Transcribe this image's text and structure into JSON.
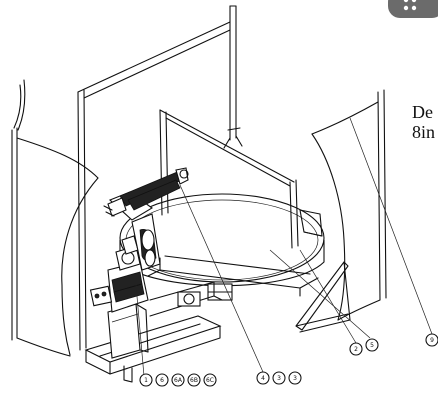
{
  "callouts": {
    "bottom_left": [
      "1",
      "6",
      "6A",
      "6B",
      "6C"
    ],
    "bottom_middle": [
      "4",
      "3",
      "3"
    ],
    "right_lower": [
      "2",
      "5"
    ],
    "far_right": "9"
  },
  "side_text": {
    "line1": "De",
    "line2": "8in"
  },
  "colors": {
    "line": "#111111",
    "background": "#ffffff",
    "badge": "#6b6b6b"
  }
}
